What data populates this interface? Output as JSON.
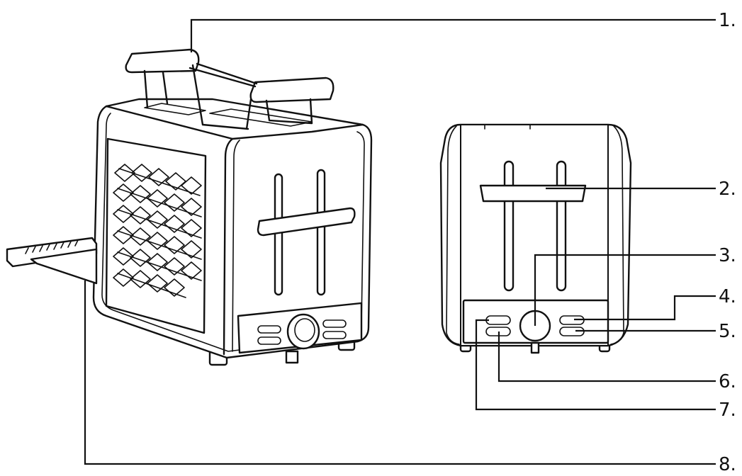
{
  "diagram": {
    "callouts": [
      {
        "id": "1",
        "label": "1."
      },
      {
        "id": "2",
        "label": "2."
      },
      {
        "id": "3",
        "label": "3."
      },
      {
        "id": "4",
        "label": "4."
      },
      {
        "id": "5",
        "label": "5."
      },
      {
        "id": "6",
        "label": "6."
      },
      {
        "id": "7",
        "label": "7."
      },
      {
        "id": "8",
        "label": "8."
      }
    ],
    "line_color": "#111111",
    "background": "#ffffff"
  }
}
